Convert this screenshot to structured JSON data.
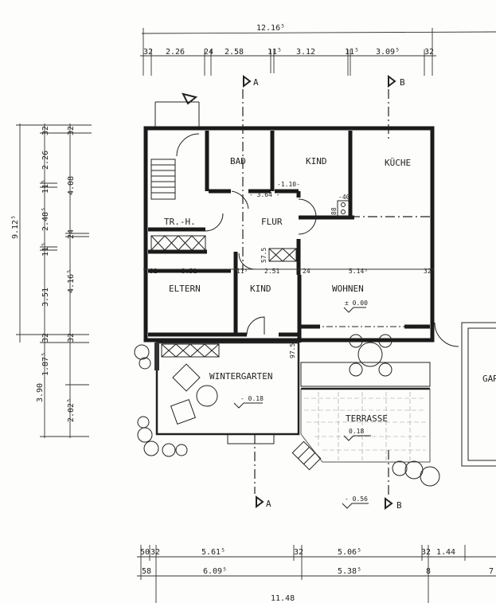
{
  "plan": {
    "rooms": {
      "bad": "BAD",
      "kind_top": "KIND",
      "kueche": "KÜCHE",
      "treppenhaus": "TR.-H.",
      "flur": "FLUR",
      "eltern": "ELTERN",
      "kind_bottom": "KIND",
      "wohnen": "WOHNEN",
      "wintergarten": "WINTERGARTEN",
      "terrasse": "TERRASSE",
      "garage_partial": "GAR"
    },
    "levels": {
      "wohnen": "± 0.00",
      "wintergarten": "- 0.18",
      "terrasse": "0.18",
      "outside": "- 0.56"
    },
    "inner_dims": {
      "flur_width": "- 3.64 -",
      "kind_wall": "-1.10-",
      "chimney_w": "-40",
      "chimney_h": "88",
      "wintergarten_door": "97.5",
      "flur_niche": "57.5"
    },
    "section_markers": [
      "A",
      "B",
      "A",
      "B"
    ],
    "dims_top": {
      "overall": "12.16⁵",
      "segments": [
        "32",
        "2.26",
        "24",
        "2.58",
        "11⁵",
        "3.12",
        "11⁵",
        "3.09⁵",
        "32"
      ]
    },
    "dims_mid": {
      "segments": [
        "32",
        "3.51⁵",
        "11⁵",
        "2.51",
        "24",
        "5.14⁵",
        "32"
      ]
    },
    "dims_left_outer": {
      "overall": "9.12⁵",
      "lower": "3.90",
      "segments": [
        "32",
        "2.26",
        "11⁵",
        "2.48⁵",
        "11⁵",
        "3.51",
        "32",
        "1.87⁵",
        "2.02⁵"
      ]
    },
    "dims_left_inner": {
      "segments": [
        "32",
        "4.08",
        "24",
        "4.16⁵",
        "32"
      ]
    },
    "dims_bottom1": {
      "segments": [
        "50",
        "32",
        "5.61⁵",
        "32",
        "5.06⁵",
        "32",
        "1.44"
      ]
    },
    "dims_bottom2": {
      "segments": [
        "58",
        "6.09⁵",
        "5.38⁵",
        "8",
        "7"
      ]
    },
    "dims_bottom3": {
      "overall": "11.48"
    }
  }
}
